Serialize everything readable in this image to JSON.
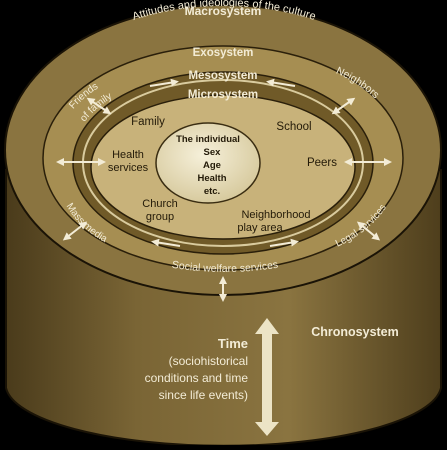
{
  "layers": {
    "macrosystem": "Macrosystem",
    "macro_subtitle": "Attitudes and ideologies of the culture",
    "exosystem": "Exosystem",
    "mesosystem": "Mesosystem",
    "microsystem": "Microsystem",
    "chronosystem": "Chronosystem"
  },
  "individual": {
    "line1": "The individual",
    "line2": "Sex",
    "line3": "Age",
    "line4": "Health",
    "line5": "etc."
  },
  "micro_settings": {
    "family": "Family",
    "school": "School",
    "health_1": "Health",
    "health_2": "services",
    "peers": "Peers",
    "church_1": "Church",
    "church_2": "group",
    "neighborhood_1": "Neighborhood",
    "neighborhood_2": "play area"
  },
  "exo_settings": {
    "friends_1": "Friends",
    "friends_2": "of family",
    "neighbors": "Neighbors",
    "mass_media": "Mass media",
    "legal": "Legal services",
    "welfare": "Social welfare services"
  },
  "time": {
    "title": "Time",
    "line1": "(sociohistorical",
    "line2": "conditions and time",
    "line3": "since life events)"
  },
  "colors": {
    "background": "#000000",
    "cylinder_side": "#6e5a2e",
    "macro_ring": "#8a7440",
    "exo_ring": "#a68e52",
    "meso_ring": "#705a28",
    "micro_disk": "#c8b27a",
    "center": "#ece4c6",
    "light_text": "#f3ecd6",
    "dark_text": "#231a08"
  }
}
